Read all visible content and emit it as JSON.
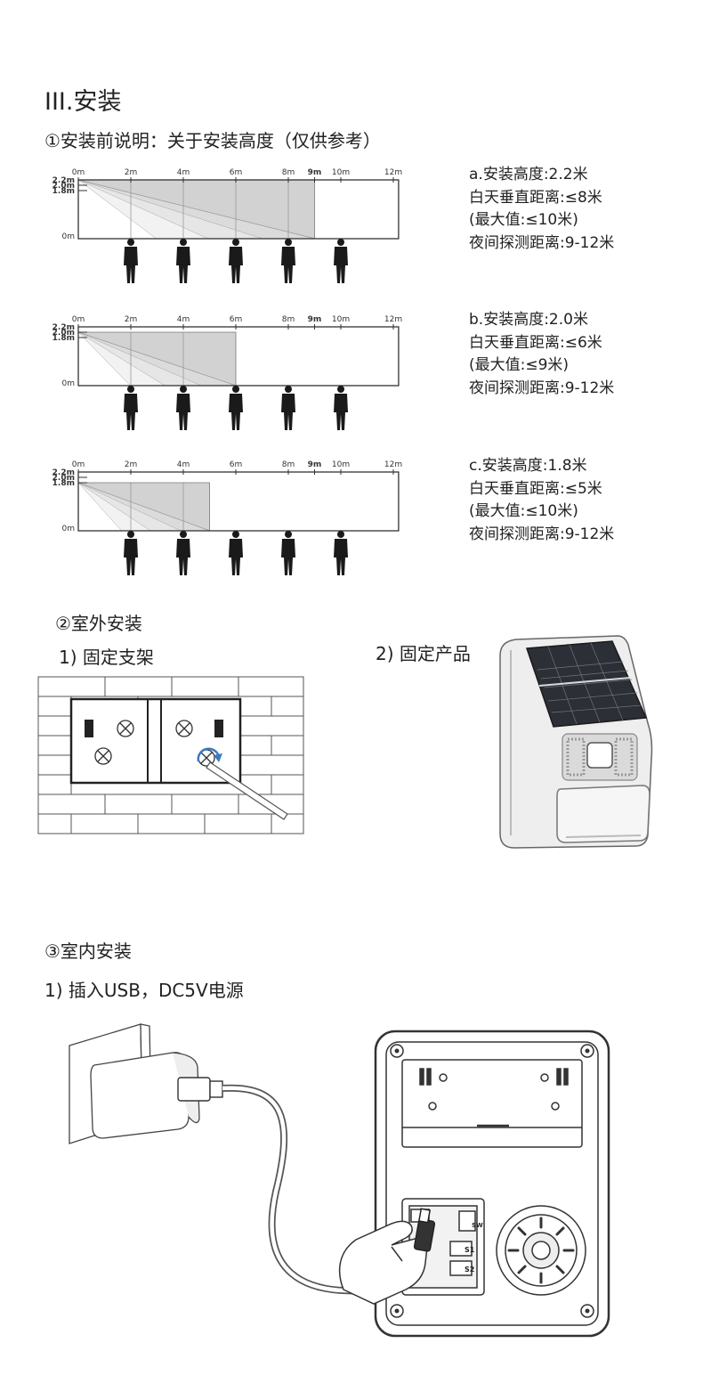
{
  "section_title": "III.安装",
  "subsection1": "①安装前说明：关于安装高度（仅供参考）",
  "subsection2": "②室外安装",
  "subsection3": "③室内安装",
  "step_outdoor_1": "1) 固定支架",
  "step_outdoor_2": "2) 固定产品",
  "step_indoor_1": "1) 插入USB，DC5V电源",
  "diagram_axis": {
    "x_ticks": [
      "0m",
      "2m",
      "4m",
      "6m",
      "8m",
      "9m",
      "10m",
      "12m"
    ],
    "y_ticks": [
      "2.2m",
      "2.0m",
      "1.8m",
      "0m"
    ]
  },
  "heights": [
    {
      "title": "a.安装高度:2.2米",
      "day": "白天垂直距离:≤8米",
      "max": "(最大值:≤10米)",
      "night": "夜间探测距离:9-12米",
      "mount_height_m": 2.2,
      "coverage_m": 9
    },
    {
      "title": "b.安装高度:2.0米",
      "day": "白天垂直距离:≤6米",
      "max": "(最大值:≤9米)",
      "night": "夜间探测距离:9-12米",
      "mount_height_m": 2.0,
      "coverage_m": 6
    },
    {
      "title": "c.安装高度:1.8米",
      "day": "白天垂直距离:≤5米",
      "max": "(最大值:≤10米)",
      "night": "夜间探测距离:9-12米",
      "mount_height_m": 1.8,
      "coverage_m": 5
    }
  ],
  "board_labels": {
    "s1": "S1",
    "s2": "S2",
    "sw": "SW"
  },
  "colors": {
    "text": "#222222",
    "line": "#333333",
    "shade": "#c8c8c8"
  }
}
